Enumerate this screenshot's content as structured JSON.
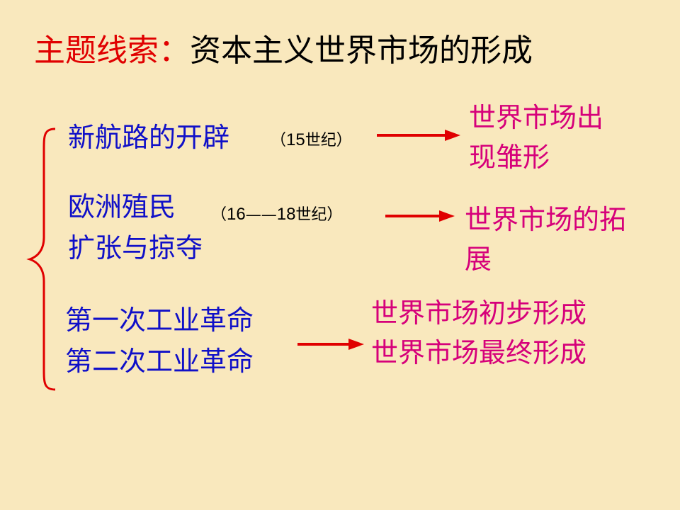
{
  "title": {
    "label": "主题线索：",
    "text": "资本主义世界市场的形成"
  },
  "rows": [
    {
      "causes": [
        "新航路的开辟"
      ],
      "note_open": "（",
      "note_num": "15",
      "note_text": "世纪）",
      "results": [
        "世界市场出",
        "现雏形"
      ]
    },
    {
      "causes": [
        "欧洲殖民",
        "扩张与掠夺"
      ],
      "note_open": "（",
      "note_num_a": "16",
      "note_dash": "——",
      "note_num_b": "18",
      "note_text": "世纪）",
      "results": [
        "世界市场的拓",
        "展"
      ]
    },
    {
      "causes": [
        "第一次工业革命",
        "第二次工业革命"
      ],
      "results": [
        "世界市场初步形成",
        "世界市场最终形成"
      ]
    }
  ],
  "colors": {
    "background": "#f9e8bd",
    "title_label": "#e00000",
    "cause": "#1010c8",
    "result": "#d6007a",
    "arrow": "#e00000"
  }
}
